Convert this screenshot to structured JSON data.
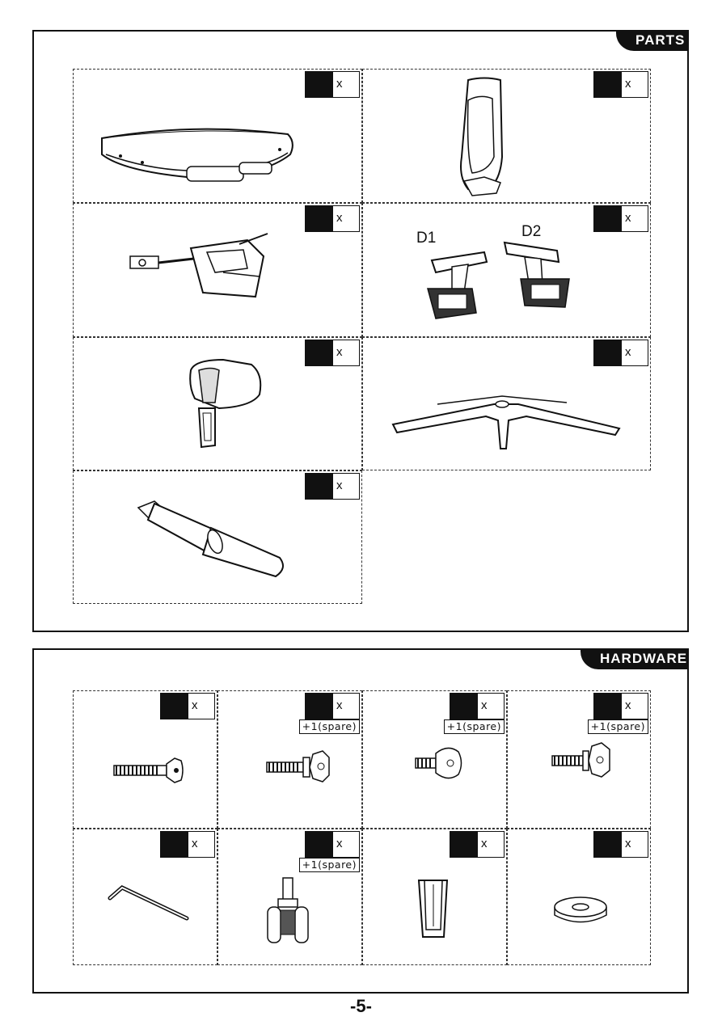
{
  "parts": {
    "title": "PARTS",
    "items": [
      {
        "qty_mark": "x",
        "name": "seat"
      },
      {
        "qty_mark": "x",
        "name": "backrest"
      },
      {
        "qty_mark": "x",
        "name": "mechanism"
      },
      {
        "qty_mark": "x",
        "name": "armrests",
        "labels": [
          "D1",
          "D2"
        ]
      },
      {
        "qty_mark": "x",
        "name": "headrest"
      },
      {
        "qty_mark": "x",
        "name": "base"
      },
      {
        "qty_mark": "x",
        "name": "gas-lift"
      }
    ]
  },
  "hardware": {
    "title": "HARDWARE",
    "items": [
      {
        "qty_mark": "x",
        "spare": ""
      },
      {
        "qty_mark": "x",
        "spare": "+1(spare)"
      },
      {
        "qty_mark": "x",
        "spare": "+1(spare)"
      },
      {
        "qty_mark": "x",
        "spare": "+1(spare)"
      },
      {
        "qty_mark": "x",
        "spare": ""
      },
      {
        "qty_mark": "x",
        "spare": "+1(spare)"
      },
      {
        "qty_mark": "x",
        "spare": ""
      },
      {
        "qty_mark": "x",
        "spare": ""
      }
    ]
  },
  "page_number": "-5-"
}
